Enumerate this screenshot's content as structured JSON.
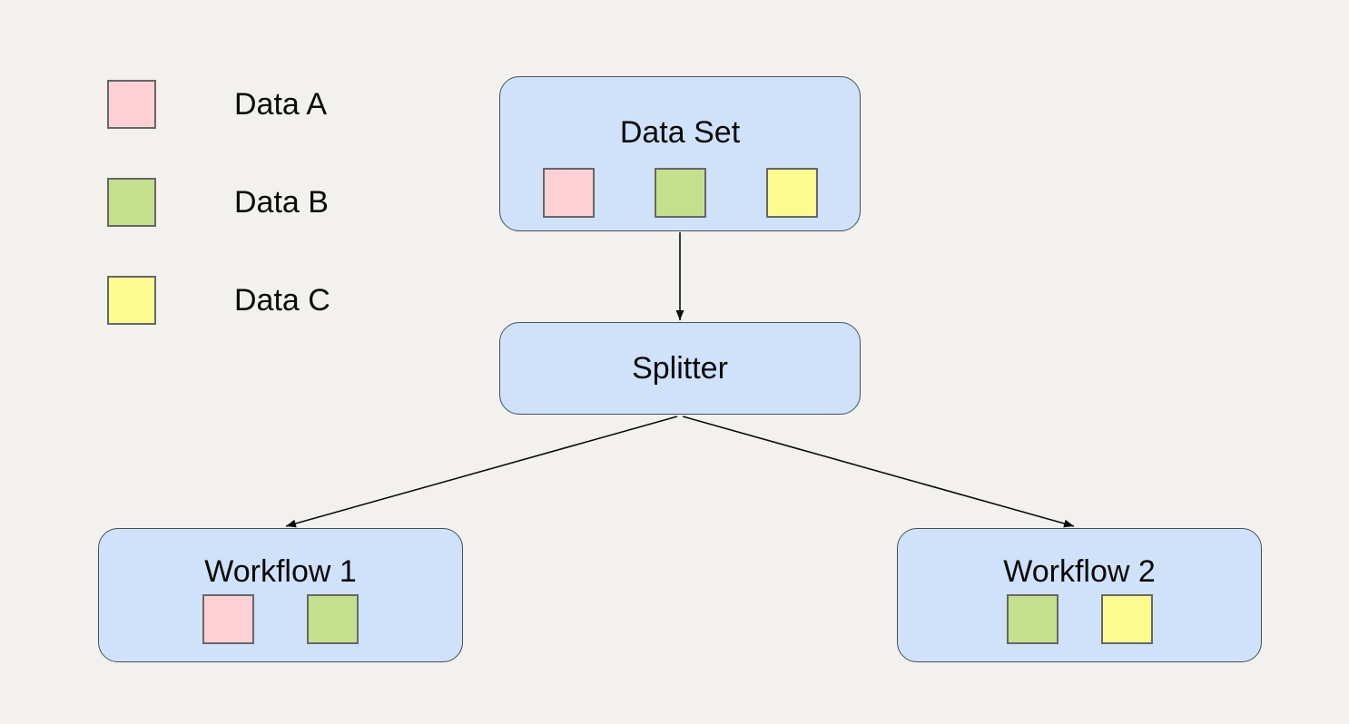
{
  "colors": {
    "background": "#f2f1ed",
    "node_fill": "#cfe2f9",
    "node_border": "#425062",
    "data_a": "#fdd0d5",
    "data_b": "#c4e08c",
    "data_c": "#fdfb8e",
    "token_border": "#676767",
    "arrow": "#0d0d0d",
    "text": "#0b0b0b"
  },
  "legend": {
    "items": [
      {
        "label": "Data A",
        "color": "data_a"
      },
      {
        "label": "Data B",
        "color": "data_b"
      },
      {
        "label": "Data C",
        "color": "data_c"
      }
    ]
  },
  "nodes": {
    "dataset": {
      "label": "Data Set",
      "tokens": [
        "data_a",
        "data_b",
        "data_c"
      ]
    },
    "splitter": {
      "label": "Splitter",
      "tokens": []
    },
    "workflow1": {
      "label": "Workflow 1",
      "tokens": [
        "data_a",
        "data_b"
      ]
    },
    "workflow2": {
      "label": "Workflow 2",
      "tokens": [
        "data_b",
        "data_c"
      ]
    }
  },
  "edges": [
    {
      "from": "dataset",
      "to": "splitter"
    },
    {
      "from": "splitter",
      "to": "workflow1"
    },
    {
      "from": "splitter",
      "to": "workflow2"
    }
  ]
}
